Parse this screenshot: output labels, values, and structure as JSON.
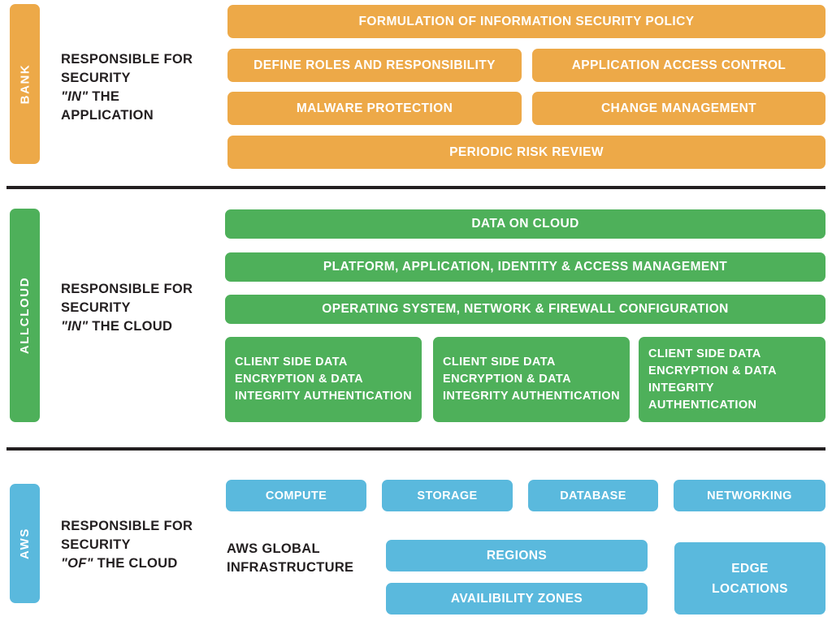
{
  "colors": {
    "bank": "#eda948",
    "allcloud": "#4eb05a",
    "aws": "#5ab9dd",
    "divider": "#231f20",
    "text": "#231f20",
    "box_text": "#ffffff",
    "background": "#ffffff"
  },
  "sections": {
    "bank": {
      "tab_label": "BANK",
      "responsibility": {
        "line1": "RESPONSIBLE FOR",
        "line2": "SECURITY",
        "line3_quoted": "\"IN\"",
        "line3_rest": " THE",
        "line4": "APPLICATION"
      },
      "boxes": {
        "full_width_top": "FORMULATION OF INFORMATION SECURITY POLICY",
        "row2_left": "DEFINE ROLES AND RESPONSIBILITY",
        "row2_right": "APPLICATION ACCESS CONTROL",
        "row3_left": "MALWARE PROTECTION",
        "row3_right": "CHANGE MANAGEMENT",
        "full_width_bottom": "PERIODIC RISK REVIEW"
      }
    },
    "allcloud": {
      "tab_label": "ALLCLOUD",
      "responsibility": {
        "line1": "RESPONSIBLE FOR",
        "line2": "SECURITY",
        "line3_quoted": "\"IN\"",
        "line3_rest": " THE CLOUD"
      },
      "boxes": {
        "bar1": "DATA ON CLOUD",
        "bar2": "PLATFORM, APPLICATION, IDENTITY & ACCESS MANAGEMENT",
        "bar3": "OPERATING SYSTEM, NETWORK & FIREWALL CONFIGURATION"
      },
      "client_boxes": [
        {
          "line1": "CLIENT SIDE DATA",
          "line2": "ENCRYPTION & DATA",
          "line3": "INTEGRITY AUTHENTICATION"
        },
        {
          "line1": "CLIENT SIDE DATA",
          "line2": "ENCRYPTION & DATA",
          "line3": "INTEGRITY AUTHENTICATION"
        },
        {
          "line1": "CLIENT SIDE DATA",
          "line2": "ENCRYPTION & DATA",
          "line3": "INTEGRITY AUTHENTICATION"
        }
      ]
    },
    "aws": {
      "tab_label": "AWS",
      "responsibility": {
        "line1": "RESPONSIBLE FOR",
        "line2": "SECURITY",
        "line3_quoted": "\"OF\"",
        "line3_rest": " THE CLOUD"
      },
      "infrastructure_label": {
        "line1": "AWS GLOBAL",
        "line2": "INFRASTRUCTURE"
      },
      "service_boxes": {
        "compute": "COMPUTE",
        "storage": "STORAGE",
        "database": "DATABASE",
        "networking": "NETWORKING"
      },
      "infra_boxes": {
        "regions": "REGIONS",
        "availability_zones": "AVAILIBILITY ZONES",
        "edge_locations_line1": "EDGE",
        "edge_locations_line2": "LOCATIONS"
      }
    }
  }
}
